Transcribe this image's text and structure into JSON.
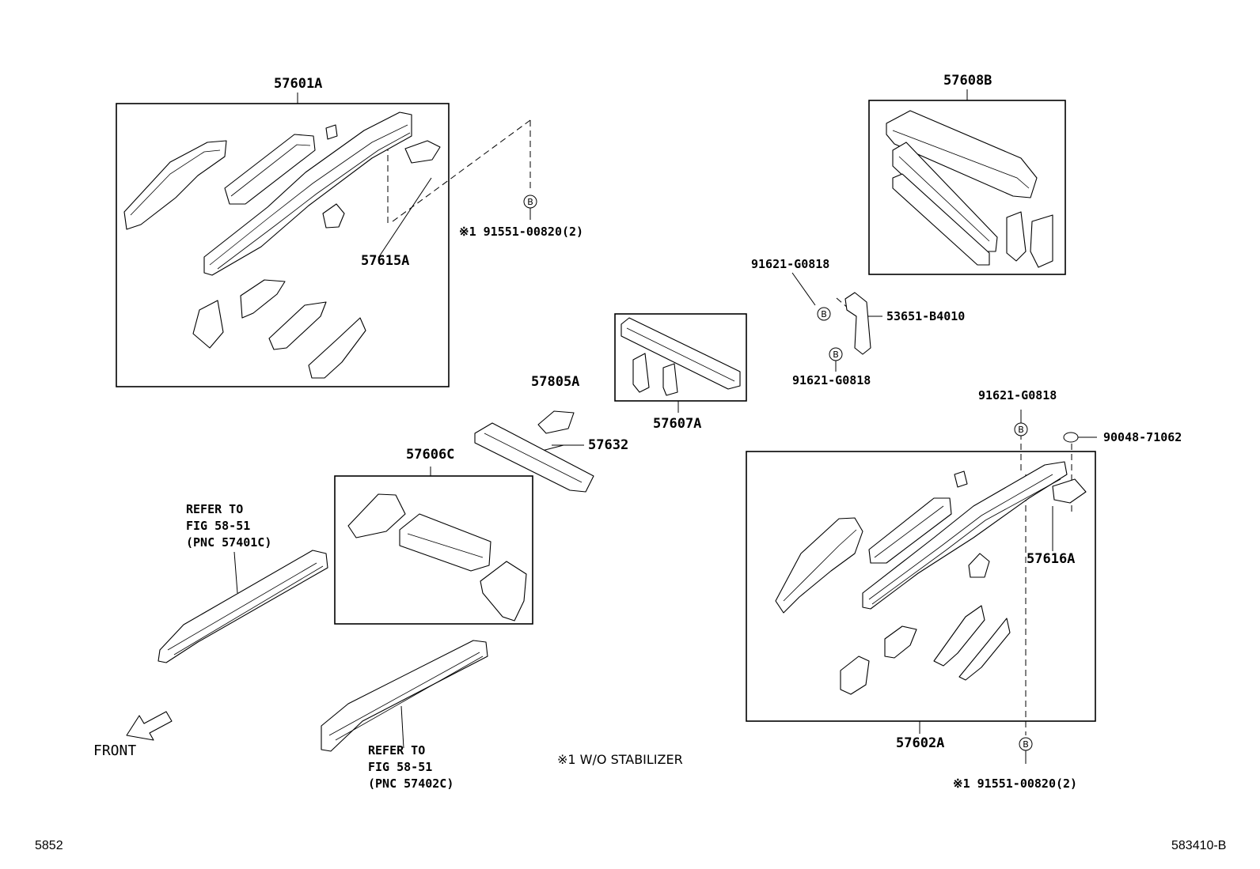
{
  "labels": {
    "p57601A": "57601A",
    "p57615A": "57615A",
    "p57608B": "57608B",
    "p57805A": "57805A",
    "p57632": "57632",
    "p57606C": "57606C",
    "p57607A": "57607A",
    "p57602A": "57602A",
    "p57616A": "57616A",
    "bolt_left": "※1 91551-00820(2)",
    "bolt_right": "※1 91551-00820(2)",
    "screw_top": "91621-G0818",
    "bracket": "53651-B4010",
    "screw_mid": "91621-G0818",
    "screw_right": "91621-G0818",
    "plug": "90048-71062",
    "refer1": [
      "REFER TO",
      "FIG 58-51",
      "(PNC 57401C)"
    ],
    "refer2": [
      "REFER TO",
      "FIG 58-51",
      "(PNC 57402C)"
    ],
    "front": "FRONT",
    "note": "※1 W/O STABILIZER",
    "footer_left": "5852",
    "footer_right": "583410-B"
  },
  "callout_letter": "B",
  "icons": [
    "front-arrow-icon",
    "callout-b-icon"
  ]
}
